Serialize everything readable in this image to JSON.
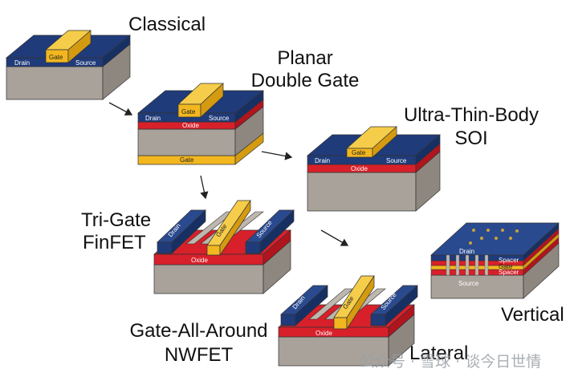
{
  "titles": {
    "classical": "Classical",
    "planar_line1": "Planar",
    "planar_line2": "Double Gate",
    "utb_line1": "Ultra-Thin-Body",
    "utb_line2": "SOI",
    "trigate_line1": "Tri-Gate",
    "trigate_line2": "FinFET",
    "gaa_line1": "Gate-All-Around",
    "gaa_line2": "NWFET",
    "lateral": "Lateral",
    "vertical": "Vertical"
  },
  "labels": {
    "drain": "Drain",
    "source": "Source",
    "gate": "Gate",
    "oxide": "Oxide",
    "spacer": "Spacer"
  },
  "watermark": "公众号 · 雪球 · 谈今日世情",
  "colors": {
    "navy": "#1f3b7a",
    "gate_gold": "#f2b71f",
    "oxide_red": "#d8202a",
    "substrate": "#a8a29a"
  }
}
